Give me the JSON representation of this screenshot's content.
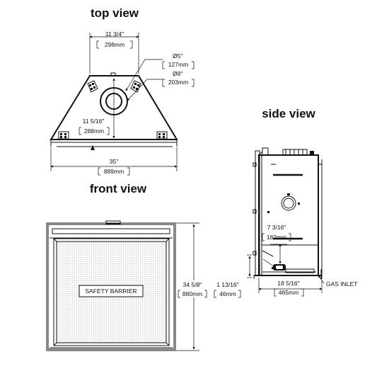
{
  "top_view": {
    "heading": "top view",
    "width_top": "11 3/4\"",
    "width_top_mm": "298mm",
    "flue_inner": "Ø5\"",
    "flue_inner_mm": "127mm",
    "flue_outer": "Ø8\"",
    "flue_outer_mm": "203mm",
    "depth": "11 5/16\"",
    "depth_mm": "288mm",
    "width": "35\"",
    "width_mm": "889mm"
  },
  "front_view": {
    "heading": "front view",
    "barrier_label": "SAFETY BARRIER",
    "height": "34 5/8\"",
    "height_mm": "880mm"
  },
  "side_view": {
    "heading": "side view",
    "inlet_height": "7 3/16\"",
    "inlet_height_mm": "182mm",
    "base_height": "1 13/16\"",
    "base_height_mm": "46mm",
    "depth": "18 5/16\"",
    "depth_mm": "465mm",
    "gas_inlet_label": "GAS INLET"
  }
}
